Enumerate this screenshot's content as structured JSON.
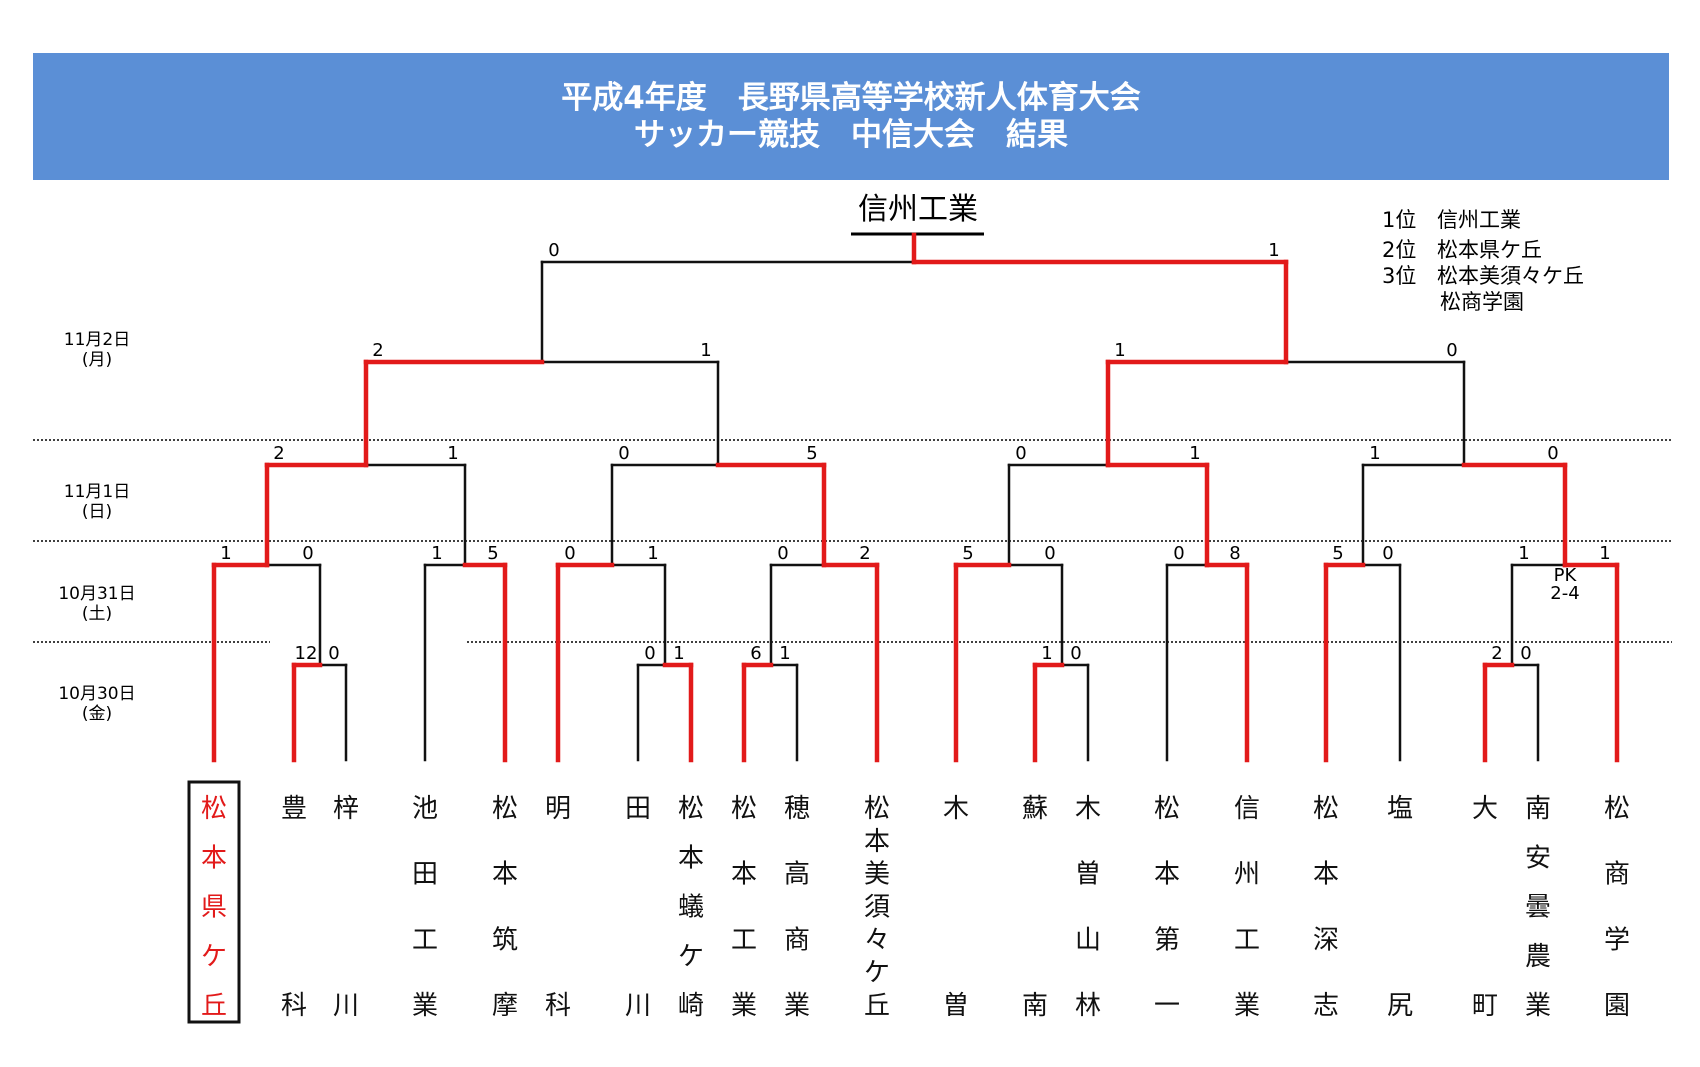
{
  "header": {
    "title_line1": "平成4年度　長野県高等学校新人体育大会",
    "title_line2": "サッカー競技　中信大会　結果",
    "bg_color": "#5b8fd6"
  },
  "champion": "信州工業",
  "rankings": [
    {
      "rank": "1位",
      "team": "信州工業"
    },
    {
      "rank": "2位",
      "team": "松本県ケ丘"
    },
    {
      "rank": "3位",
      "team": "松本美須々ケ丘"
    },
    {
      "rank": "",
      "team": "松商学園"
    }
  ],
  "dates": [
    {
      "line1": "11月2日",
      "line2": "(月)"
    },
    {
      "line1": "11月1日",
      "line2": "(日)"
    },
    {
      "line1": "10月31日",
      "line2": "(土)"
    },
    {
      "line1": "10月30日",
      "line2": "(金)"
    }
  ],
  "teams": [
    {
      "name": "松本県ケ丘",
      "winner_highlight": true
    },
    {
      "name": "豊科"
    },
    {
      "name": "梓川"
    },
    {
      "name": "池田工業"
    },
    {
      "name": "松本筑摩"
    },
    {
      "name": "明科"
    },
    {
      "name": "田川"
    },
    {
      "name": "松本蟻ケ崎"
    },
    {
      "name": "松本工業"
    },
    {
      "name": "穂高商業"
    },
    {
      "name": "松本美須々ケ丘"
    },
    {
      "name": "木曽"
    },
    {
      "name": "蘇南"
    },
    {
      "name": "木曽山林"
    },
    {
      "name": "松本第一"
    },
    {
      "name": "信州工業"
    },
    {
      "name": "松本深志"
    },
    {
      "name": "塩尻"
    },
    {
      "name": "大町"
    },
    {
      "name": "南安曇農業"
    },
    {
      "name": "松商学園"
    }
  ],
  "matches": {
    "r0": [
      {
        "id": "r0a",
        "left_score": "12",
        "right_score": "0"
      },
      {
        "id": "r0b",
        "left_score": "0",
        "right_score": "1"
      },
      {
        "id": "r0c",
        "left_score": "6",
        "right_score": "1"
      },
      {
        "id": "r0d",
        "left_score": "1",
        "right_score": "0"
      },
      {
        "id": "r0e",
        "left_score": "2",
        "right_score": "0"
      }
    ],
    "r1": [
      {
        "id": "r1a",
        "left_score": "1",
        "right_score": "0"
      },
      {
        "id": "r1b",
        "left_score": "1",
        "right_score": "5"
      },
      {
        "id": "r1c",
        "left_score": "0",
        "right_score": "1"
      },
      {
        "id": "r1d",
        "left_score": "0",
        "right_score": "2"
      },
      {
        "id": "r1e",
        "left_score": "5",
        "right_score": "0"
      },
      {
        "id": "r1f",
        "left_score": "0",
        "right_score": "8"
      },
      {
        "id": "r1g",
        "left_score": "5",
        "right_score": "0"
      },
      {
        "id": "r1h",
        "left_score": "1",
        "right_score": "1",
        "note_line1": "PK",
        "note_line2": "2-4"
      }
    ],
    "r2": [
      {
        "id": "r2a",
        "left_score": "2",
        "right_score": "1"
      },
      {
        "id": "r2b",
        "left_score": "0",
        "right_score": "5"
      },
      {
        "id": "r2c",
        "left_score": "0",
        "right_score": "1"
      },
      {
        "id": "r2d",
        "left_score": "1",
        "right_score": "0"
      }
    ],
    "r3": [
      {
        "id": "r3a",
        "left_score": "2",
        "right_score": "1"
      },
      {
        "id": "r3b",
        "left_score": "1",
        "right_score": "0"
      }
    ],
    "final": {
      "id": "final",
      "left_score": "0",
      "right_score": "1"
    }
  },
  "colors": {
    "win": "#e21a1a",
    "lose": "#111111",
    "highlight_text": "#e21a1a"
  }
}
